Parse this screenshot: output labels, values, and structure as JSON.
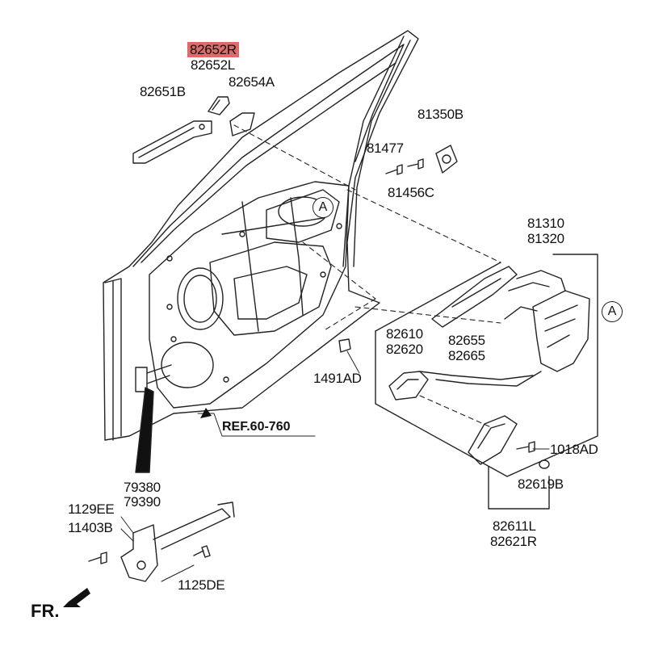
{
  "highlight_color": "#e06a6a",
  "labels": {
    "p82652R": "82652R",
    "p82652L": "82652L",
    "p82651B": "82651B",
    "p82654A": "82654A",
    "p81350B": "81350B",
    "p81477": "81477",
    "p81456C": "81456C",
    "p81310": "81310",
    "p81320": "81320",
    "p82610": "82610",
    "p82620": "82620",
    "p82655": "82655",
    "p82665": "82665",
    "p1491AD": "1491AD",
    "p1018AD": "1018AD",
    "p82619B": "82619B",
    "p82611L": "82611L",
    "p82621R": "82621R",
    "p79380": "79380",
    "p79390": "79390",
    "p1129EE": "1129EE",
    "p11403B": "11403B",
    "p1125DE": "1125DE"
  },
  "ref": "REF.60-760",
  "callout_a": "A",
  "fr": "FR."
}
